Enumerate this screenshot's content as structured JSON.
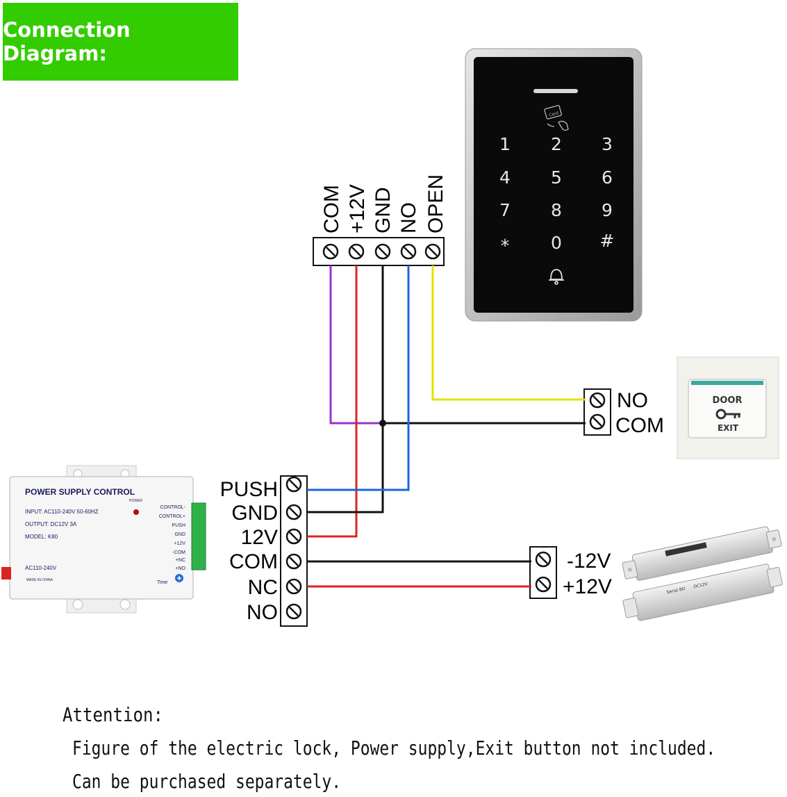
{
  "header": {
    "title": "Connection Diagram:",
    "bg_color": "#33cc00"
  },
  "keypad": {
    "card_label": "Card",
    "keys": [
      "1",
      "2",
      "3",
      "4",
      "5",
      "6",
      "7",
      "8",
      "9",
      "*",
      "0",
      "#"
    ],
    "bell_icon": "bell-icon"
  },
  "keypad_terminals": [
    "COM",
    "+12V",
    "GND",
    "NO",
    "OPEN"
  ],
  "exit_button": {
    "terminals": [
      "NO",
      "COM"
    ],
    "top_label": "DOOR",
    "bottom_label": "EXIT",
    "key_icon": "key-icon"
  },
  "psu_terminals": [
    "PUSH",
    "GND",
    "12V",
    "COM",
    "NC",
    "NO"
  ],
  "psu": {
    "title": "POWER SUPPLY CONTROL",
    "power_label": "POWER",
    "input": "INPUT:  AC110-240V  50-60HZ",
    "output": "OUTPUT:  DC12V   3A",
    "model": "MODEL:  K80",
    "ac": "AC110-240V",
    "made_in": "MADE IN CHINA",
    "time_label": "Time",
    "side_labels": [
      "CONTROL-",
      "CONTROL+",
      "PUSH",
      "GND",
      "+12V",
      "-COM",
      "+NC",
      "+NO"
    ]
  },
  "lock_terminals": [
    "-12V",
    "+12V"
  ],
  "lock": {
    "brand_label": "Serial BD",
    "text": "DC12V"
  },
  "wire_colors": {
    "com": "#9933cc",
    "plus12": "#dd2222",
    "gnd": "#111111",
    "no": "#1a66dd",
    "open": "#e6e000"
  },
  "attention": {
    "title": "Attention:",
    "line1": "Figure of the electric lock, Power supply,Exit button not included.",
    "line2": "Can be purchased separately."
  }
}
